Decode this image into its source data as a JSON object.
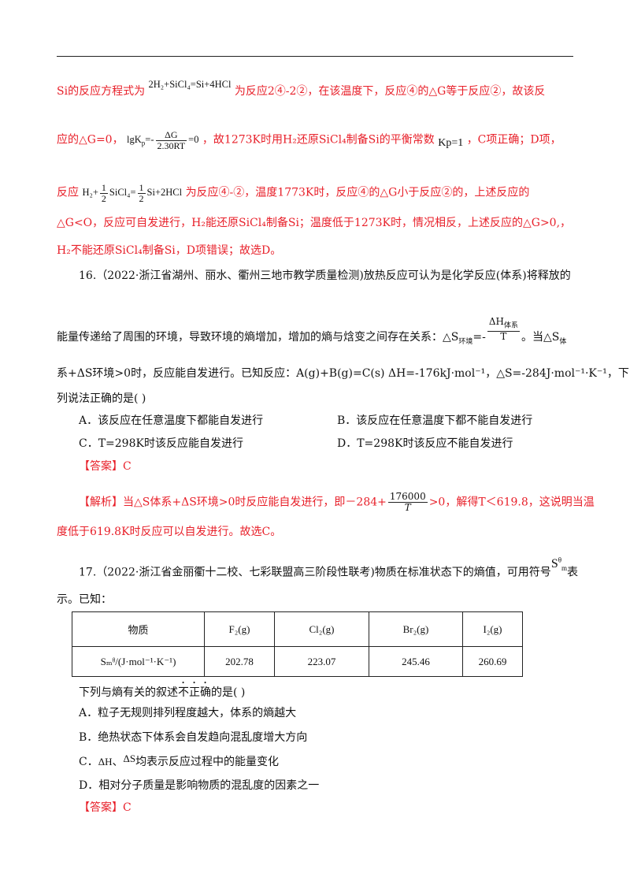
{
  "p1": {
    "prefix": "Si的反应方程式为",
    "eq": "2H₂+SiCl₄=Si+4HCl",
    "suffix": "为反应2④-2②，在该温度下，反应④的△G等于反应②，故该反"
  },
  "p2": {
    "prefix": "应的△G=0，",
    "lgk": "lgK",
    "lgk_sub": "p",
    "eq_mid": "=-",
    "num": "ΔG",
    "den": "2.30RT",
    "eq_end": "=0",
    "text": "，故1273K时用H₂还原SiCl₄制备Si的平衡常数",
    "kp": "Kp=1",
    "suffix": "，C项正确；D项，"
  },
  "p3": {
    "prefix": "反应",
    "eq_a": "H₂+",
    "frac1_num": "1",
    "frac1_den": "2",
    "eq_b": "SiCl₄=",
    "frac2_num": "1",
    "frac2_den": "2",
    "eq_c": "Si+2HCl",
    "suffix": "为反应④-②，温度1773K时，反应④的△G小于反应②的，上述反应的"
  },
  "p4": "△G<O，反应可自发进行，H₂能还原SiCl₄制备Si；温度低于1273K时，情况相反，上述反应的△G>0,，",
  "p5": "H₂不能还原SiCl₄制备Si，D项错误；故选D。",
  "q16": {
    "line1": "16.（2022·浙江省湖州、丽水、衢州三地市教学质量检测)放热反应可认为是化学反应(体系)将释放的",
    "line2_prefix": "能量传递给了周围的环境，导致环境的熵增加，增加的熵与焓变之间存在关系：△S",
    "line2_sub": "环境",
    "line2_eq": "=-",
    "frac_num": "ΔH",
    "frac_num_sub": "体系",
    "frac_den": "T",
    "line2_suffix": "。当△S",
    "line2_end_sub": "体",
    "line3": "系+ΔS环境>0时，反应能自发进行。已知反应：A(g)+B(g)=C(s)   ΔH=-176kJ·mol⁻¹，△S=-284J·mol⁻¹·K⁻¹，下",
    "line4": "列说法正确的是(      )",
    "optA": "A．该反应在任意温度下都能自发进行",
    "optB": "B．该反应在任意温度下都不能自发进行",
    "optC": "C．T=298K时该反应能自发进行",
    "optD": "D．T=298K时该反应不能自发进行",
    "answer": "【答案】C",
    "analysis_prefix": "【解析】当△S体系+ΔS环境>0时反应能自发进行，即－284+",
    "analysis_num": "176000",
    "analysis_den": "T",
    "analysis_suffix": ">0，解得T＜619.8，这说明当温",
    "analysis_line2": "度低于619.8K时反应可以自发进行。故选C。"
  },
  "q17": {
    "line1_prefix": "17.（2022·浙江省金丽衢十二校、七彩联盟高三阶段性联考)物质在标准状态下的熵值，可用符号",
    "symbol": "S",
    "symbol_sup": "θ",
    "symbol_sub": "m",
    "line1_suffix": "表",
    "line2": "示。已知：",
    "table": {
      "header": [
        "物质",
        "F₂(g)",
        "Cl₂(g)",
        "Br₂(g)",
        "I₂(g)"
      ],
      "row_label": "Sₘᶿ/(J·mol⁻¹·K⁻¹)",
      "values": [
        "202.78",
        "223.07",
        "245.46",
        "260.69"
      ]
    },
    "stem_a": "下列与熵有关的叙述",
    "stem_dot": "不正确",
    "stem_b": "的是(      )",
    "optA": "A．粒子无规则排列程度越大，体系的熵越大",
    "optB": "B．绝热状态下体系会自发趋向混乱度增大方向",
    "optC_a": "C．",
    "optC_h": "ΔH",
    "optC_sep": "、",
    "optC_s": "ΔS",
    "optC_b": "均表示反应过程中的能量变化",
    "optD": "D．相对分子质量是影响物质的混乱度的因素之一",
    "answer": "【答案】C"
  }
}
